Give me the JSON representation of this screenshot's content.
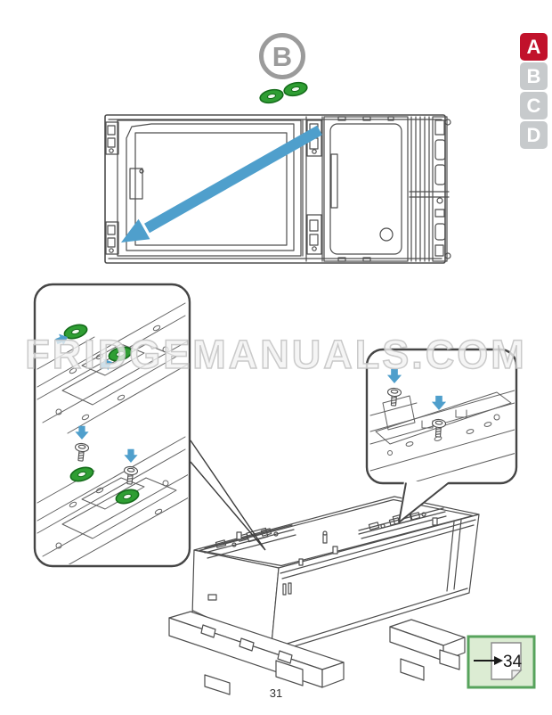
{
  "page": {
    "number": "31",
    "watermark": "FRIDGEMANUALS.COM"
  },
  "step_marker": {
    "letter": "B",
    "parts_icon": "washer-icon",
    "parts_count": 2
  },
  "model_badges": {
    "items": [
      {
        "label": "A",
        "active": true
      },
      {
        "label": "B",
        "active": false
      },
      {
        "label": "C",
        "active": false
      },
      {
        "label": "D",
        "active": false
      }
    ]
  },
  "page_reference": {
    "arrow_icon": "arrow-right-icon",
    "page_icon": "page-folded-corner-icon",
    "target_page": "34"
  },
  "illustrations": {
    "main_diagram": "appliance-frame-top-view-with-transfer-arrow",
    "left_callout": "hinge-detail-green-washers-and-screws",
    "right_callout": "hinge-detail-screws",
    "bottom_view": "appliance-on-pallet-isometric"
  },
  "colors": {
    "badge_active": "#c1122b",
    "badge_inactive": "#c7cacc",
    "step_gray": "#9b9b9b",
    "arrow_blue": "#4f9fcc",
    "washer_green": "#2f9e33",
    "washer_green_dark": "#146b1a",
    "ref_box_fill": "#dcecd3",
    "ref_box_border": "#57a35c",
    "line_art": "#4e4e4e",
    "watermark": "#c6c6c6"
  }
}
